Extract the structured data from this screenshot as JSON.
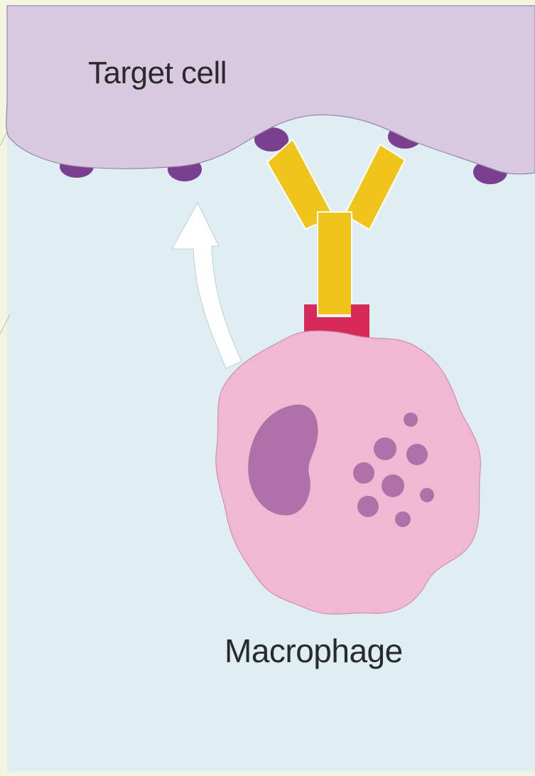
{
  "labels": {
    "target_cell": "Target cell",
    "macrophage": "Macrophage"
  },
  "colors": {
    "background": "#deeef2",
    "margin": "#f3f5e1",
    "target_cell": "#d8c8e0",
    "antigen": "#7a3f8e",
    "antibody": "#f0c41b",
    "fc_receptor": "#d62a5a",
    "macrophage": "#f1b8d3",
    "nucleus": "#b070a8",
    "granules": "#b070a8",
    "arrow": "#ffffff"
  },
  "icons": {
    "arrow": "curved-arrow-up",
    "antibody": "y-shaped-antibody",
    "receptor": "fc-receptor"
  }
}
